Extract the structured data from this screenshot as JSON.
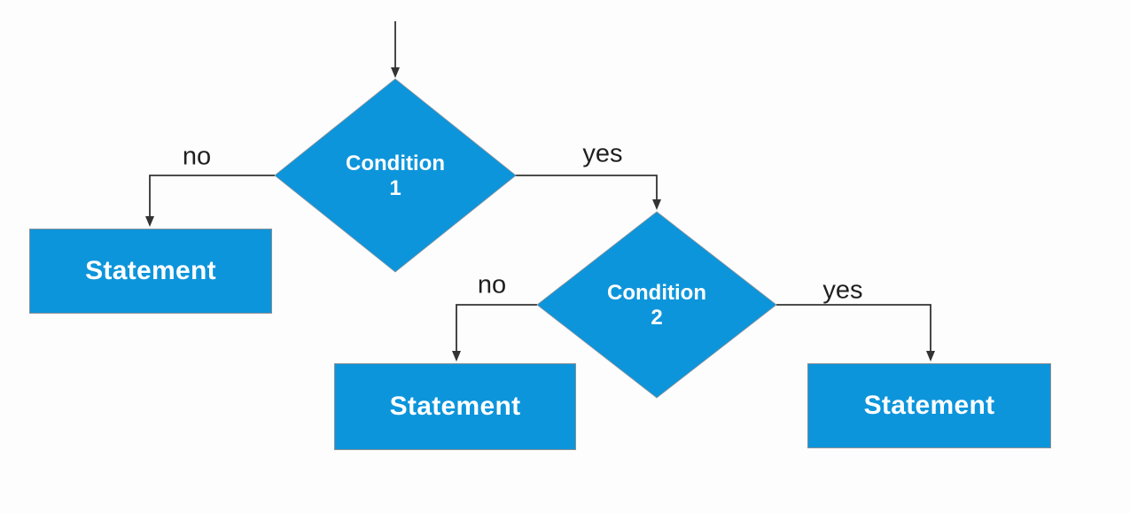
{
  "diagram": {
    "type": "flowchart",
    "description": "if / else-if decision flowchart",
    "colors": {
      "node_fill": "#0d95db",
      "node_text": "#ffffff",
      "connector": "#333333",
      "edge_label_text": "#1f1f1f",
      "background": "#fdfdfd",
      "box_border": "#8a9096"
    },
    "nodes": {
      "condition1": {
        "shape": "decision",
        "label": "Condition\n1"
      },
      "condition2": {
        "shape": "decision",
        "label": "Condition\n2"
      },
      "statement_condition1_no": {
        "shape": "process",
        "label": "Statement"
      },
      "statement_condition2_no": {
        "shape": "process",
        "label": "Statement"
      },
      "statement_condition2_yes": {
        "shape": "process",
        "label": "Statement"
      }
    },
    "edges": {
      "entry": {
        "from": "start",
        "to": "condition1",
        "label": ""
      },
      "condition1_no": {
        "from": "condition1",
        "to": "statement_condition1_no",
        "label": "no"
      },
      "condition1_yes": {
        "from": "condition1",
        "to": "condition2",
        "label": "yes"
      },
      "condition2_no": {
        "from": "condition2",
        "to": "statement_condition2_no",
        "label": "no"
      },
      "condition2_yes": {
        "from": "condition2",
        "to": "statement_condition2_yes",
        "label": "yes"
      }
    }
  }
}
